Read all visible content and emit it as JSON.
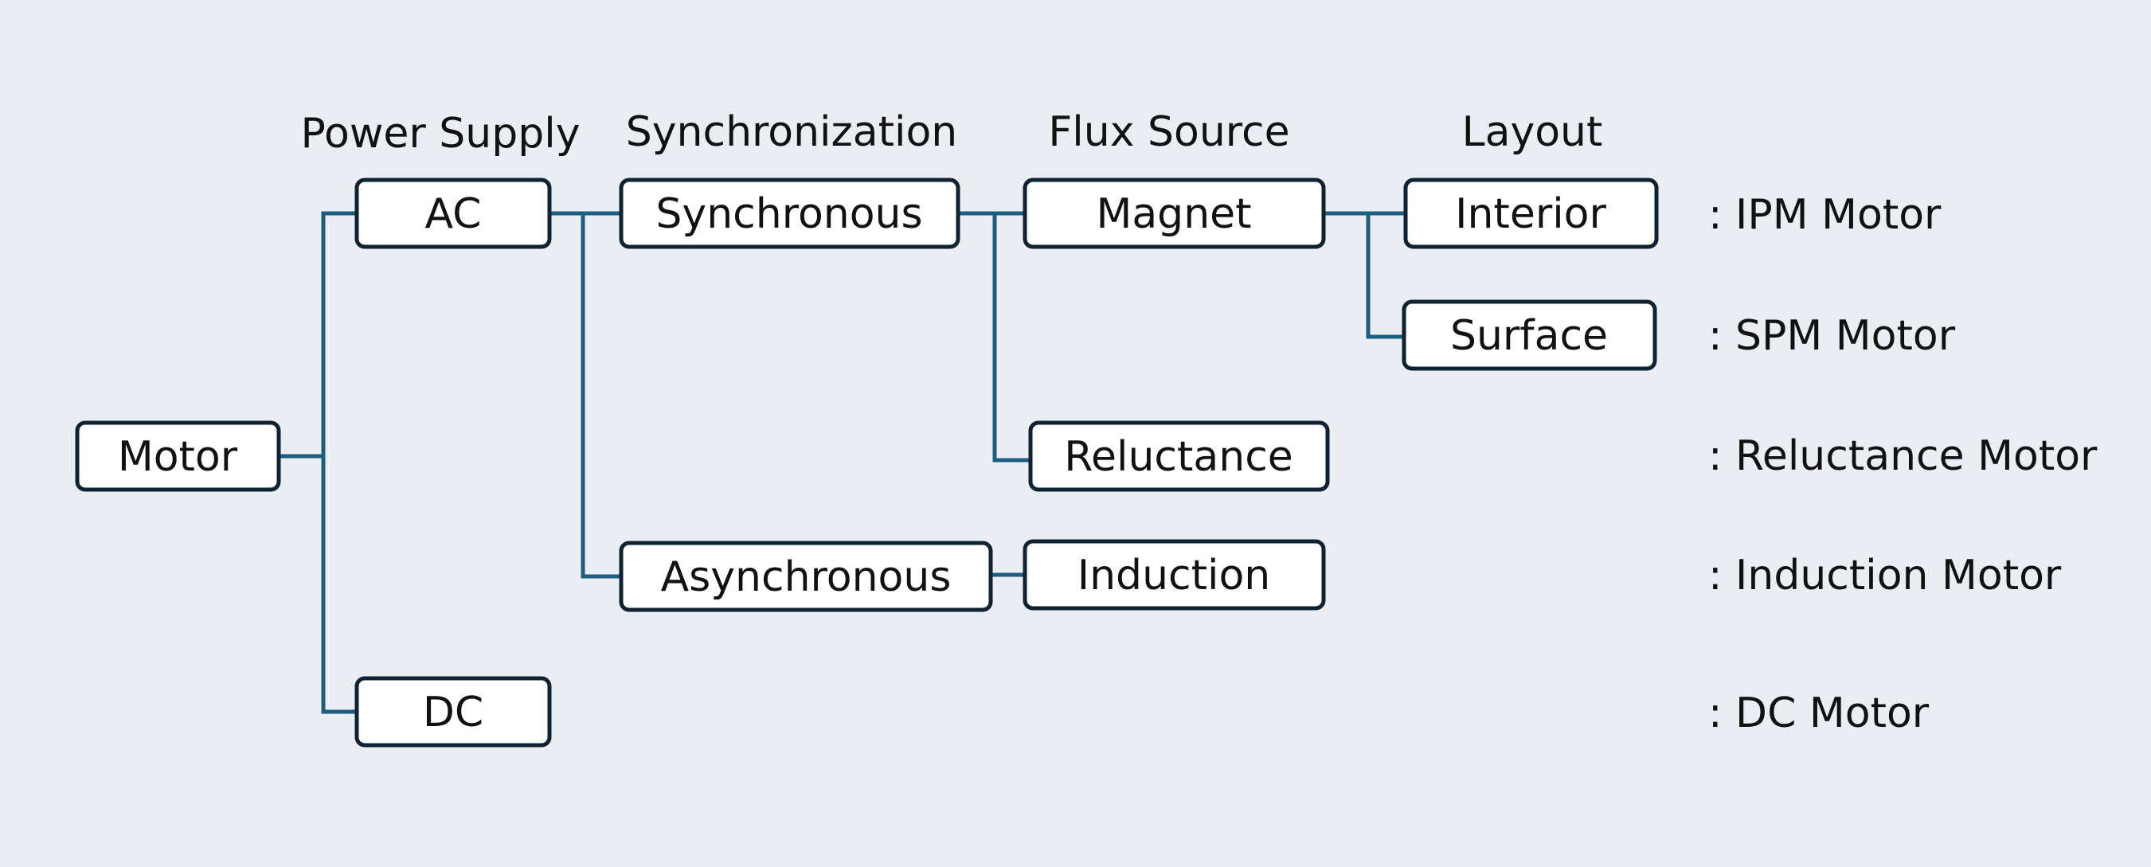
{
  "headers": {
    "power_supply": "Power Supply",
    "synchronization": "Synchronization",
    "flux_source": "Flux Source",
    "layout": "Layout"
  },
  "nodes": {
    "motor": "Motor",
    "ac": "AC",
    "dc": "DC",
    "synchronous": "Synchronous",
    "asynchronous": "Asynchronous",
    "magnet": "Magnet",
    "reluctance": "Reluctance",
    "induction": "Induction",
    "interior": "Interior",
    "surface": "Surface"
  },
  "results": {
    "ipm": ": IPM Motor",
    "spm": ": SPM Motor",
    "reluctance": ": Reluctance Motor",
    "induction": ": Induction Motor",
    "dc": ": DC Motor"
  }
}
